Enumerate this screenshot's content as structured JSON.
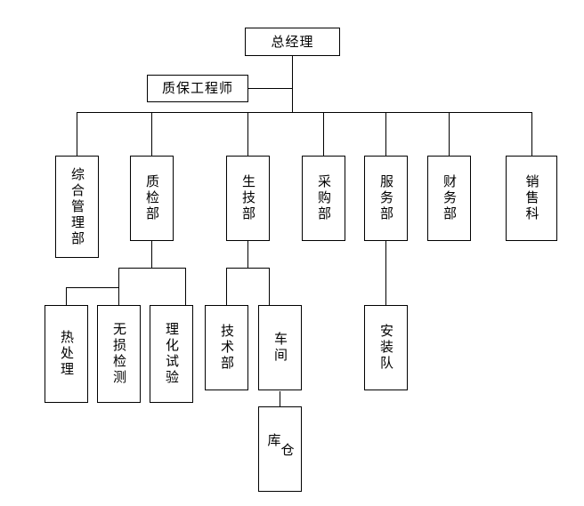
{
  "diagram": {
    "type": "organization-chart",
    "title_text": "",
    "orientation": "top-down",
    "line_color": "#000000",
    "box_border_color": "#000000",
    "background_color": "#ffffff",
    "text_color": "#000000"
  },
  "nodes": {
    "general_manager": {
      "label": "总经理",
      "level": 0
    },
    "qa_engineer": {
      "label": "质保工程师",
      "level": 1
    },
    "comprehensive_management": {
      "label": "综合管理部",
      "level": 2
    },
    "quality_inspection": {
      "label": "质检部",
      "level": 2
    },
    "production_technology": {
      "label": "生技部",
      "level": 2
    },
    "purchasing": {
      "label": "采购部",
      "level": 2
    },
    "service": {
      "label": "服务部",
      "level": 2
    },
    "finance": {
      "label": "财务部",
      "level": 2
    },
    "sales": {
      "label": "销售科",
      "level": 2
    },
    "heat_treatment": {
      "label": "热处理",
      "level": 3
    },
    "nondestructive_testing": {
      "label": "无损检测",
      "level": 3
    },
    "physical_chemical_test": {
      "label": "理化试验",
      "level": 3
    },
    "technology_dept": {
      "label": "技术部",
      "level": 3
    },
    "workshop": {
      "label": "车间",
      "level": 3
    },
    "installation_team": {
      "label": "安装队",
      "level": 3
    },
    "warehouse": {
      "label": "仓库",
      "level": 4
    }
  },
  "edges": [
    {
      "from": "general_manager",
      "to": "qa_engineer"
    },
    {
      "from": "general_manager",
      "to": "comprehensive_management"
    },
    {
      "from": "general_manager",
      "to": "quality_inspection"
    },
    {
      "from": "general_manager",
      "to": "production_technology"
    },
    {
      "from": "general_manager",
      "to": "purchasing"
    },
    {
      "from": "general_manager",
      "to": "service"
    },
    {
      "from": "general_manager",
      "to": "finance"
    },
    {
      "from": "general_manager",
      "to": "sales"
    },
    {
      "from": "quality_inspection",
      "to": "heat_treatment"
    },
    {
      "from": "quality_inspection",
      "to": "nondestructive_testing"
    },
    {
      "from": "quality_inspection",
      "to": "physical_chemical_test"
    },
    {
      "from": "production_technology",
      "to": "technology_dept"
    },
    {
      "from": "production_technology",
      "to": "workshop"
    },
    {
      "from": "service",
      "to": "installation_team"
    },
    {
      "from": "workshop",
      "to": "warehouse"
    }
  ]
}
